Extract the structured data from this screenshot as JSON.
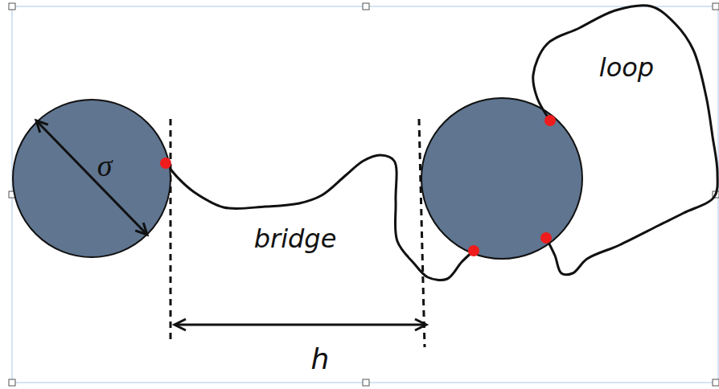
{
  "diagram": {
    "nodes": [
      {
        "text": [
          "σ"
        ]
      }
    ],
    "labels": [
      "bridge",
      "loop",
      "h"
    ]
  }
}
